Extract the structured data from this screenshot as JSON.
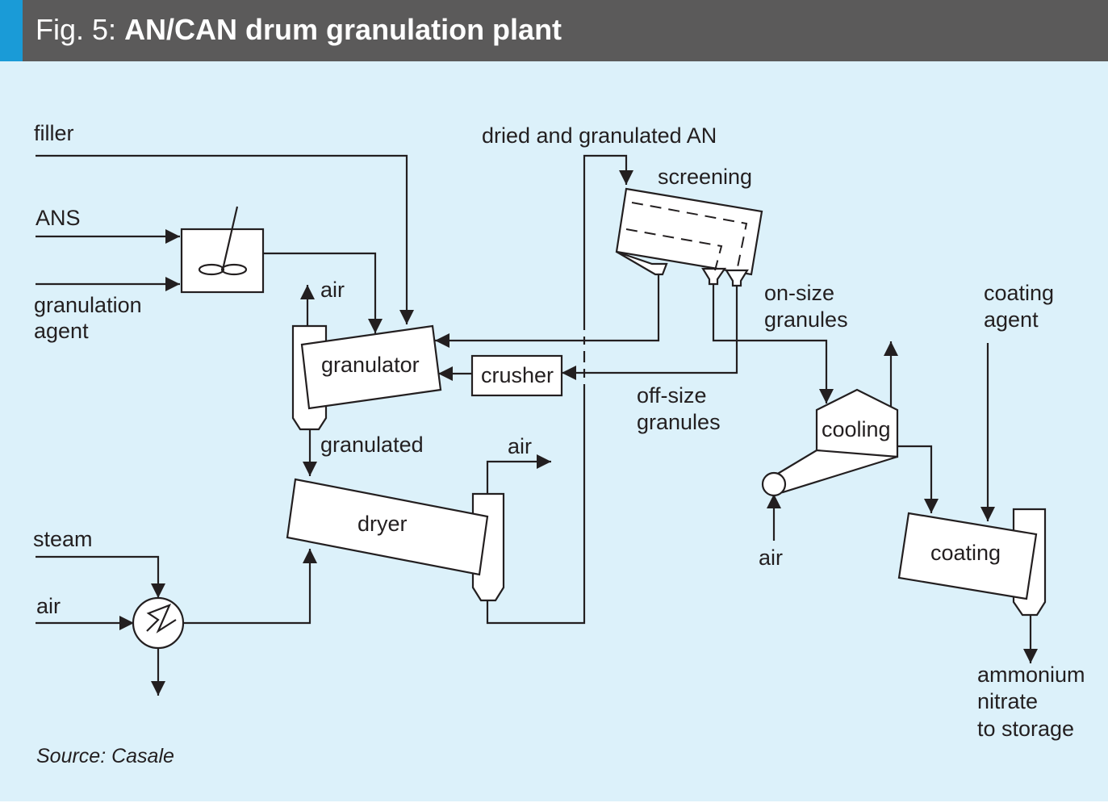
{
  "title": {
    "prefix": "Fig. 5:",
    "main": "AN/CAN drum granulation plant"
  },
  "units": {
    "granulator": "granulator",
    "crusher": "crusher",
    "dryer": "dryer",
    "screening": "screening",
    "cooling": "cooling",
    "coating": "coating"
  },
  "streams": {
    "filler": "filler",
    "ans": "ANS",
    "granulation_agent_1": "granulation",
    "granulation_agent_2": "agent",
    "air_granulator": "air",
    "granulated": "granulated",
    "air_dryer": "air",
    "steam": "steam",
    "air_heater": "air",
    "dried_an": "dried and granulated AN",
    "on_size_1": "on-size",
    "on_size_2": "granules",
    "off_size_1": "off-size",
    "off_size_2": "granules",
    "coating_agent_1": "coating",
    "coating_agent_2": "agent",
    "air_cooler": "air",
    "product_1": "ammonium",
    "product_2": "nitrate",
    "product_3": "to storage"
  },
  "source": "Source: Casale",
  "colors": {
    "header_bg": "#5b5a5a",
    "header_accent": "#1a9bd7",
    "panel_bg": "#dcf1fa",
    "line": "#231f20"
  }
}
